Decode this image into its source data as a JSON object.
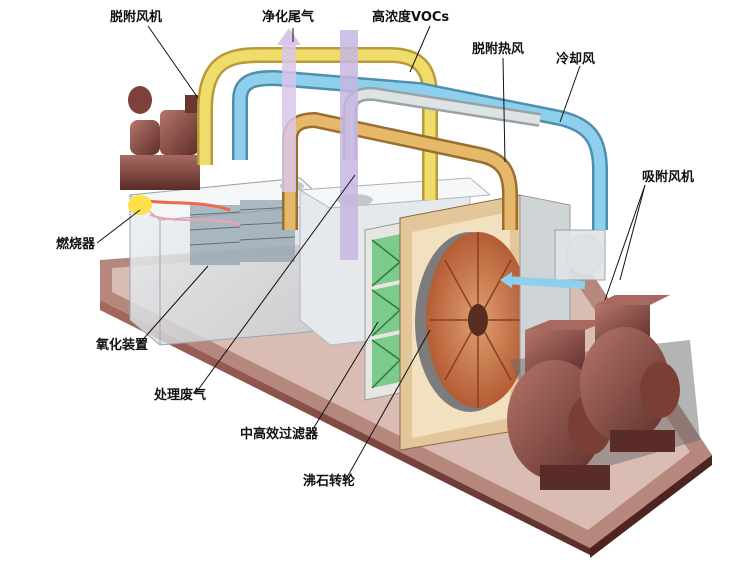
{
  "labels": {
    "desorption_fan": "脱附风机",
    "purified_exhaust": "净化尾气",
    "high_conc_vocs": "高浓度VOCs",
    "desorption_hot_air": "脱附热风",
    "cooling_air": "冷却风",
    "adsorption_fan": "吸附风机",
    "burner": "燃烧器",
    "oxidation_device": "氧化装置",
    "treated_waste_gas": "处理废气",
    "hepa_filter": "中高效过滤器",
    "zeolite_rotor": "沸石转轮"
  },
  "colors": {
    "yellow_duct": "#f0dc6a",
    "blue_duct": "#8ed0ec",
    "gold_duct": "#e6b86a",
    "exhaust_arrow": "#c7b6e0",
    "frame": "#6b3a34",
    "rotor": "#c8754a",
    "filter_green": "#7ccb8c",
    "fan_body": "#8a4c44"
  }
}
